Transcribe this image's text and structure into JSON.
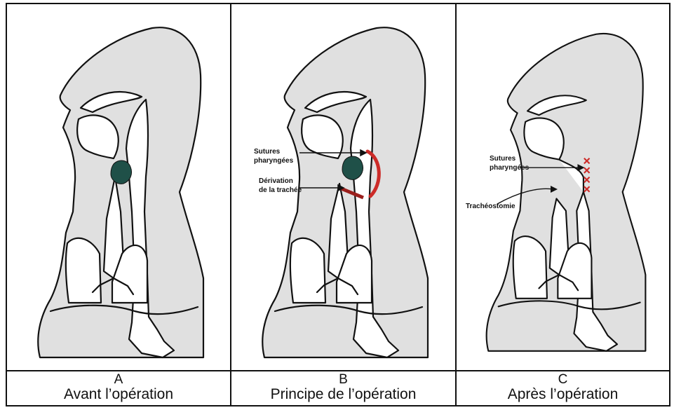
{
  "colors": {
    "tissue": "#e0e0e0",
    "line": "#111111",
    "tumor": "#1f5048",
    "red": "#cc2b28",
    "bg": "#ffffff"
  },
  "panels": [
    {
      "letter": "A",
      "title": "Avant l’opération",
      "annotations": []
    },
    {
      "letter": "B",
      "title": "Principe de l’opération",
      "annotations": [
        {
          "id": "sutures",
          "lines": [
            "Sutures",
            "pharyngées"
          ]
        },
        {
          "id": "derivation",
          "lines": [
            "Dérivation",
            "de la trachée"
          ]
        }
      ]
    },
    {
      "letter": "C",
      "title": "Après l’opération",
      "annotations": [
        {
          "id": "sutures",
          "lines": [
            "Sutures",
            "pharyngées"
          ]
        },
        {
          "id": "tracheo",
          "lines": [
            "Trachéostomie"
          ]
        }
      ]
    }
  ]
}
